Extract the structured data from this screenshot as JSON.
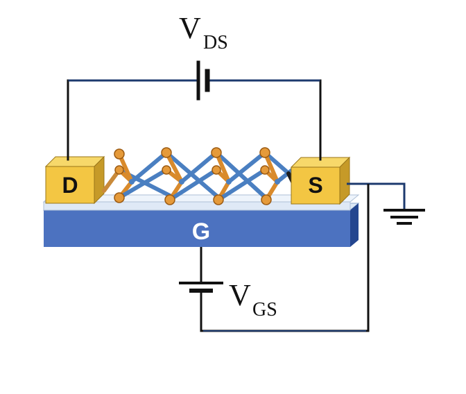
{
  "labels": {
    "drain": "D",
    "source": "S",
    "gate": "G",
    "vds_main": "V",
    "vds_sub": "DS",
    "vgs_main": "V",
    "vgs_sub": "GS"
  },
  "colors": {
    "wire_black": "#111111",
    "wire_blue": "#1c3a6e",
    "electrode_gold": "#f3c643",
    "electrode_dark": "#b58a1e",
    "gate_blue": "#4c72c0",
    "dielectric": "#dce8f5",
    "atom_orange": "#d98a2b",
    "bond_blue": "#4a7fc1"
  }
}
